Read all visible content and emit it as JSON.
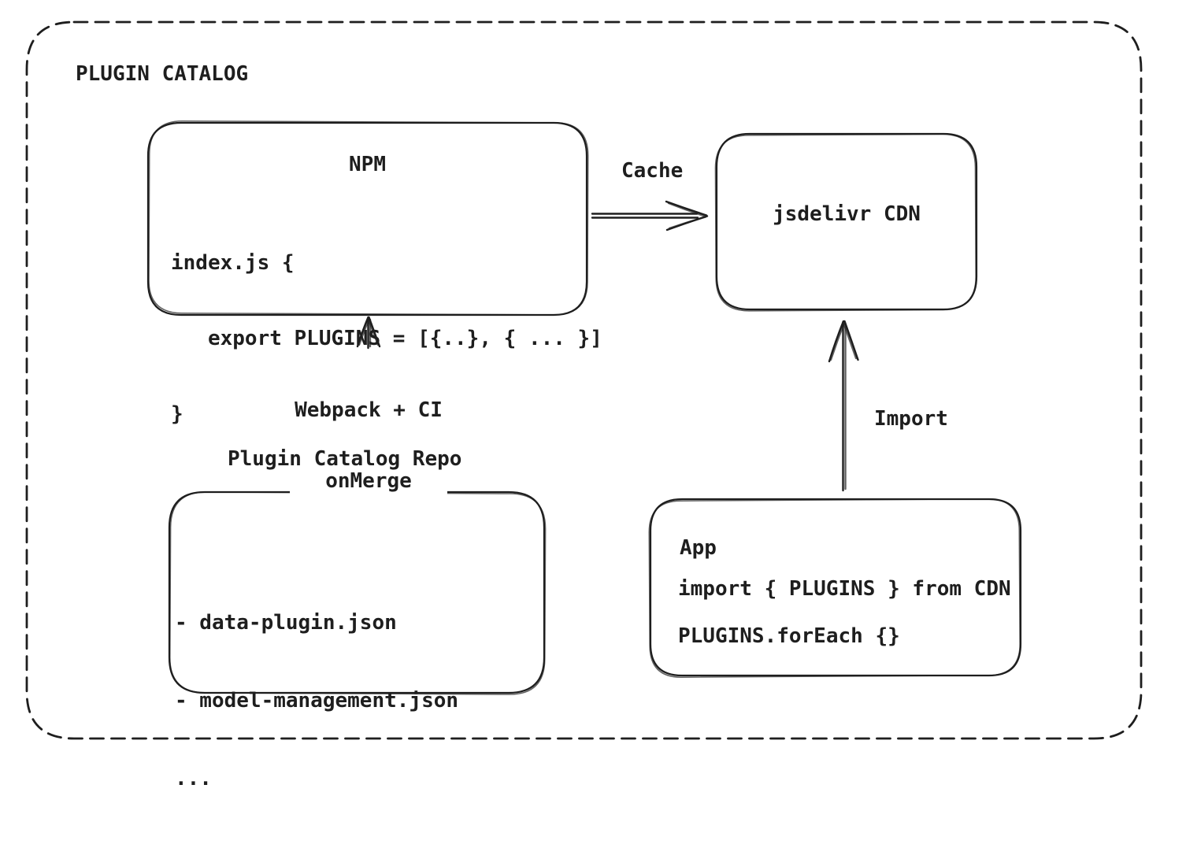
{
  "canvas": {
    "title": "PLUGIN CATALOG",
    "colors": {
      "stroke": "#1e1e1e",
      "background": "#ffffff"
    }
  },
  "nodes": {
    "npm": {
      "title": "NPM",
      "code": {
        "line1": "index.js {",
        "line2": "   export PLUGINS = [{..}, { ... }]",
        "line3": "}"
      }
    },
    "cdn": {
      "label": "jsdelivr CDN"
    },
    "repo": {
      "label": "Plugin Catalog Repo",
      "items": {
        "item1": "- data-plugin.json",
        "item2": "- model-management.json",
        "item3": "..."
      }
    },
    "app": {
      "title": "App",
      "code": {
        "line1": "import { PLUGINS } from CDN",
        "line2": "PLUGINS.forEach {}"
      }
    }
  },
  "edges": {
    "cache": {
      "label": "Cache",
      "from": "npm",
      "to": "cdn"
    },
    "build": {
      "label_line1": "Webpack + CI",
      "label_line2": "onMerge",
      "from": "repo",
      "to": "npm"
    },
    "import": {
      "label": "Import",
      "from": "app",
      "to": "cdn"
    }
  }
}
